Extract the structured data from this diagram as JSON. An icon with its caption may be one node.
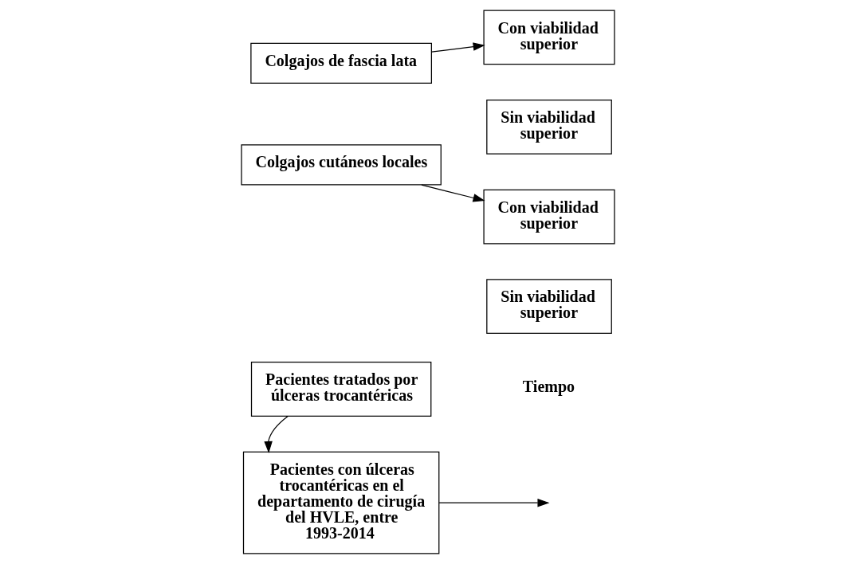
{
  "diagram": {
    "nodes": [
      {
        "text": [
          "Pacientes con úlceras trocantéricas en el departamento de cirugía del HVLE, entre 1993-2014"
        ]
      },
      {
        "text": [
          "Colgajos de fascia lata"
        ]
      },
      {
        "text": [
          "Con viabilidad superior"
        ]
      },
      {
        "text": [
          "Sin viabilidad superior"
        ]
      },
      {
        "text": [
          "Colgajos cutáneos locales"
        ]
      },
      {
        "text": [
          "Con viabilidad superior"
        ]
      },
      {
        "text": [
          "Sin viabilidad superior"
        ]
      },
      {
        "text": [
          "Pacientes tratados por úlceras trocantéricas"
        ]
      }
    ],
    "edges": [
      {
        "from": 7,
        "to": 0,
        "arrow": "to"
      },
      {
        "from": 0,
        "to": null,
        "arrow": "to"
      },
      {
        "from": 1,
        "to": 2,
        "arrow": "to"
      },
      {
        "from": 4,
        "to": 5,
        "arrow": "to"
      }
    ],
    "labels": [
      "Tiempo"
    ]
  }
}
